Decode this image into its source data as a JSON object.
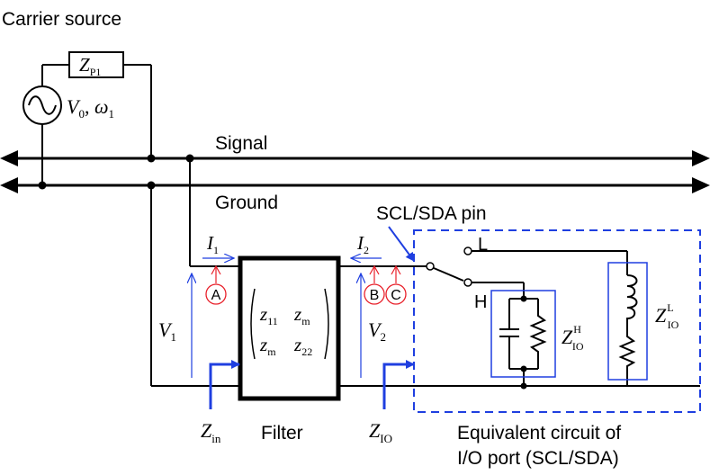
{
  "labels": {
    "carrier_source": "Carrier source",
    "signal": "Signal",
    "ground": "Ground",
    "scl_sda_pin": "SCL/SDA pin",
    "filter": "Filter",
    "equiv_line1": "Equivalent circuit of",
    "equiv_line2": "I/O port (SCL/SDA)",
    "switch_low": "L",
    "switch_high": "H"
  },
  "symbols": {
    "zp1": {
      "main": "Z",
      "sub": "P1"
    },
    "v0": {
      "main": "V",
      "sub": "0"
    },
    "omega1": {
      "main": "ω",
      "sub": "1"
    },
    "i1": {
      "main": "I",
      "sub": "1"
    },
    "i2": {
      "main": "I",
      "sub": "2"
    },
    "v1": {
      "main": "V",
      "sub": "1"
    },
    "v2": {
      "main": "V",
      "sub": "2"
    },
    "zin": {
      "main": "Z",
      "sub": "in"
    },
    "zio": {
      "main": "Z",
      "sub": "IO"
    },
    "zio_h": {
      "main": "Z",
      "sub": "IO",
      "sup": "H"
    },
    "zio_l": {
      "main": "Z",
      "sub": "IO",
      "sup": "L"
    },
    "z11": {
      "main": "z",
      "sub": "11"
    },
    "zm_top": {
      "main": "z",
      "sub": "m"
    },
    "zm_bottom": {
      "main": "z",
      "sub": "m"
    },
    "z22": {
      "main": "z",
      "sub": "22"
    }
  },
  "markers": {
    "a": "A",
    "b": "B",
    "c": "C"
  },
  "colors": {
    "wire": "#000000",
    "accent": "#1f3fe0",
    "marker": "#e8202a"
  }
}
